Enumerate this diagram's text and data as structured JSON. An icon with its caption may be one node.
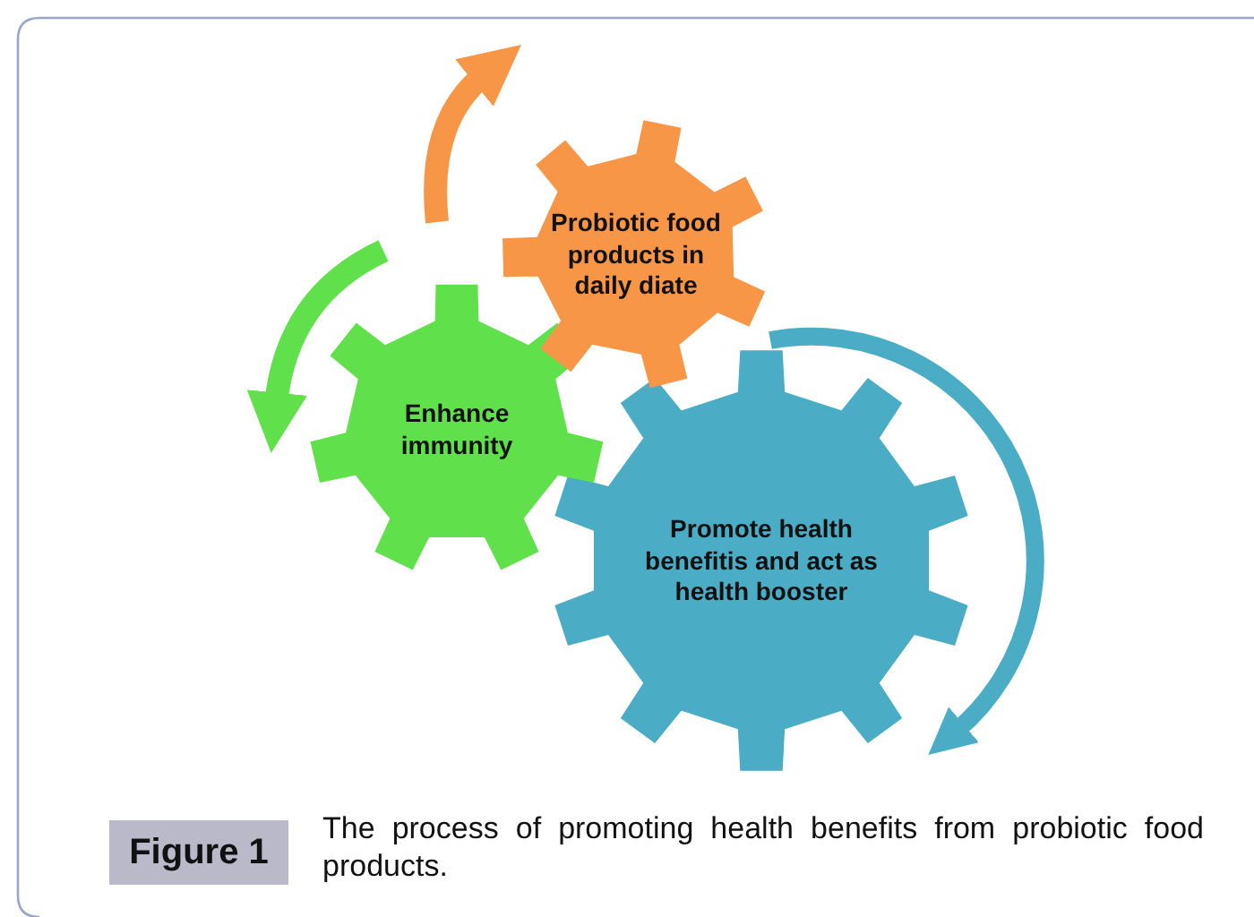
{
  "diagram": {
    "caption": "The process of promoting health benefits from probiotic food products.",
    "nodes": [
      {
        "text": [
          "Probiotic food products in daily diate"
        ]
      },
      {
        "text": [
          "Enhance immunity"
        ]
      },
      {
        "text": [
          "Promote health benefitis and act as health booster"
        ]
      }
    ],
    "labels": [
      "Figure 1"
    ]
  }
}
